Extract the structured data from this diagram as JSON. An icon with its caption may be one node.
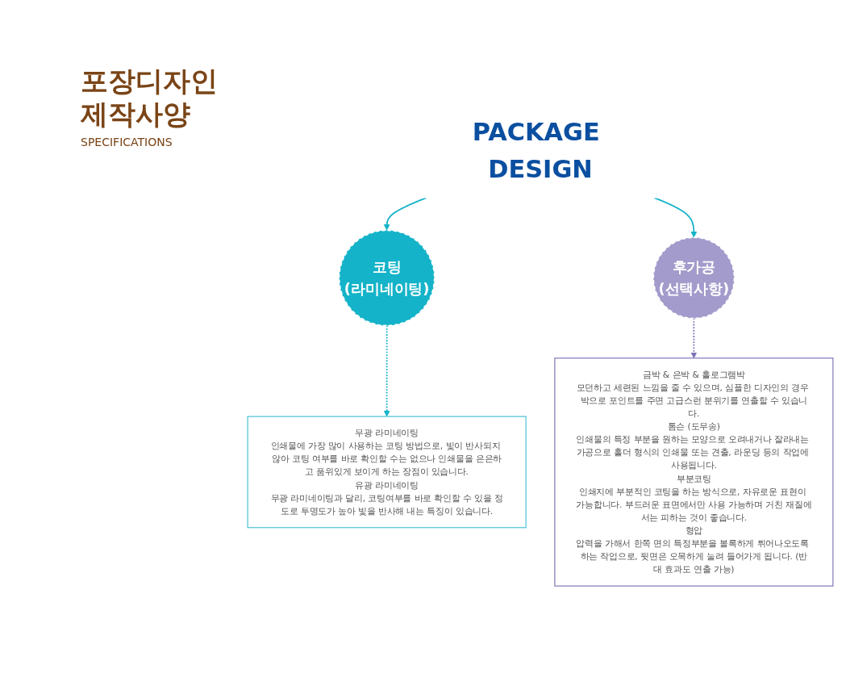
{
  "diagram": {
    "title": "포장디자인 제작사양",
    "nodes": [
      {
        "text": [
          "PACKAGE DESIGN"
        ]
      },
      {
        "text": [
          "코팅",
          "(라미네이팅)"
        ]
      },
      {
        "text": [
          "후가공",
          "(선택사항)"
        ]
      },
      {
        "text": [
          "무광 라미네이팅",
          "인쇄물에 가장 많이 사용하는 코팅 방법으로, 빛이 반사되지 않아 코팅 여부를 바로 확인할 수는 없으나 인쇄물을 은은하고 품위있게 보이게 하는 장점이 있습니다.",
          "유광 라미네이팅",
          "무광 라미네이팅과 달리, 코팅여부를 바로 확인할 수 있을 정도로 투명도가 높아 빛을 반사해 내는 특징이 있습니다."
        ]
      },
      {
        "text": [
          "금박 & 은박 & 홀로그램박",
          "모던하고 세련된 느낌을 줄 수 있으며, 심플한 디자인의 경우 박으로 포인트를 주면 고급스런 분위기를 연출할 수 있습니다.",
          "톰슨 (도무송)",
          "인쇄물의 특정 부분을 원하는 모양으로 오려내거나 잘라내는 가공으로 홀더 형식의 인쇄물 또는 견출, 라운딩 등의 작업에 사용됩니다.",
          "부분코팅",
          "인쇄지에 부분적인 코팅을 하는 방식으로, 자유로운 표현이 가능합니다. 부드러운 표면에서만 사용 가능하며 거친 재질에서는 피하는 것이 좋습니다.",
          "형압",
          "압력을 가해서 한쪽 면의 특정부분을 볼록하게 튀어나오도록 하는 작업으로, 뒷면은 오목하게 눌려 들어가게 됩니다. (반대 효과도 연출 가능)"
        ]
      }
    ],
    "edges": [
      {
        "from": 0,
        "to": 1,
        "arrow": "to"
      },
      {
        "from": 0,
        "to": 2,
        "arrow": "to"
      },
      {
        "from": 1,
        "to": 3,
        "arrow": "to",
        "style": "dashed"
      },
      {
        "from": 2,
        "to": 4,
        "arrow": "to",
        "style": "dashed",
        "color": "#7b6fb5"
      }
    ],
    "labels": [
      "SPECIFICATIONS"
    ]
  }
}
